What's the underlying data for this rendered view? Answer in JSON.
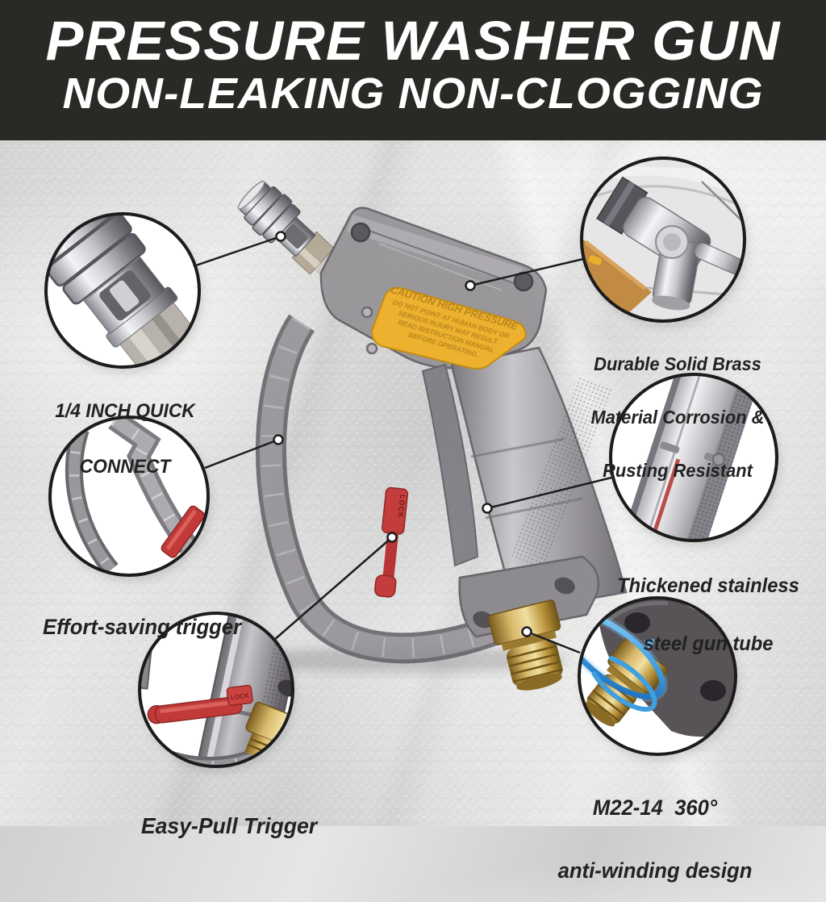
{
  "banner": {
    "title": "PRESSURE WASHER GUN",
    "subtitle": "NON-LEAKING NON-CLOGGING"
  },
  "callouts": {
    "quick_connect": {
      "lines": [
        "1/4 INCH QUICK",
        "CONNECT"
      ]
    },
    "brass": {
      "lines": [
        "Durable Solid Brass",
        "Material Corrosion &",
        "Rusting Resistant"
      ]
    },
    "effort_trigger": {
      "lines": [
        "Effort-saving trigger"
      ]
    },
    "steel_tube": {
      "lines": [
        "Thickened stainless",
        "steel gun tube"
      ]
    },
    "easy_pull": {
      "lines": [
        "Easy-Pull Trigger"
      ]
    },
    "m22": {
      "lines": [
        "M22-14  360°",
        "anti-winding design"
      ]
    }
  },
  "gun": {
    "caution_label": {
      "lines": [
        "CAUTION HIGH PRESSURE",
        "DO NOT POINT AT HUMAN BODY OR",
        "SERIOUS INJURY MAY RESULT.",
        "READ INSTRUCTION MANUAL",
        "BEFORE OPERATING."
      ]
    },
    "lock_label": "LOCK"
  },
  "colors": {
    "banner_bg": "#282a25",
    "label_text": "#222222",
    "callout_border": "#1d1c1c",
    "caution_yellow": "#edb02f",
    "lock_red": "#c23a38",
    "brass": "#c9a44d",
    "swirl_blue": "#3f9fe0",
    "silver": "#c9cacd",
    "smoke_body": "#8f8c90"
  }
}
